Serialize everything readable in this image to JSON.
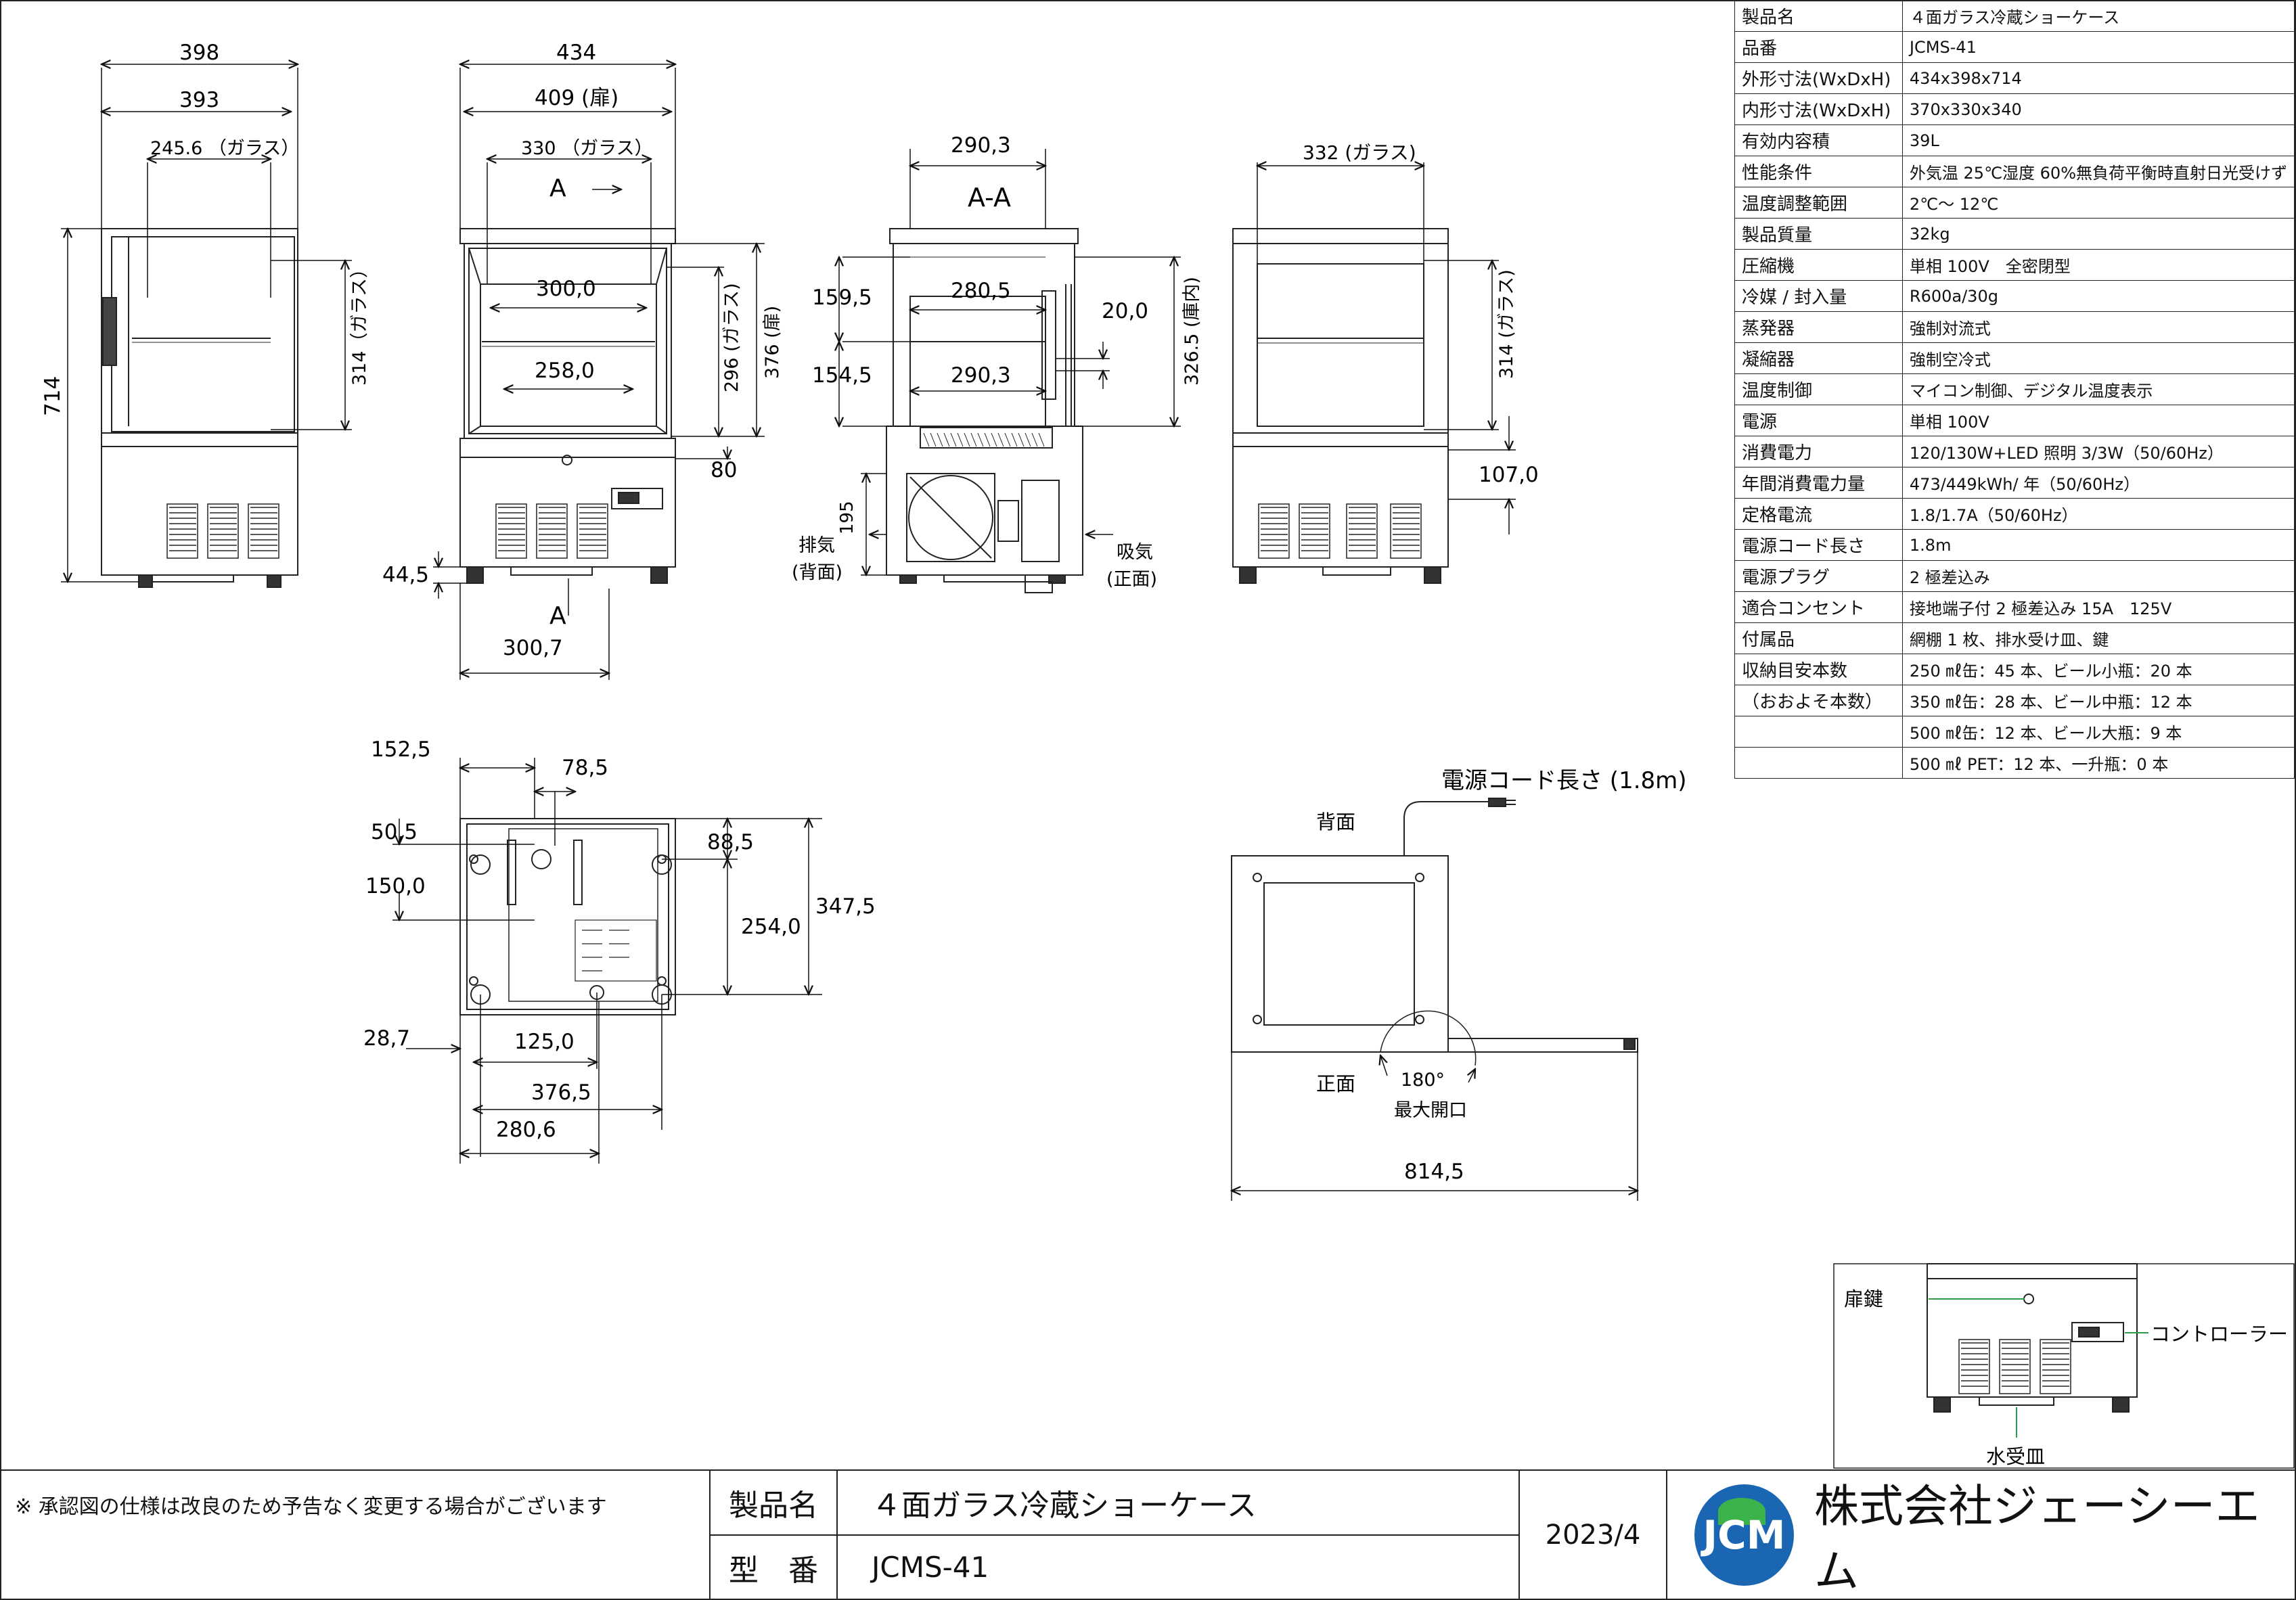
{
  "specs": [
    {
      "label": "製品名",
      "value": "４面ガラス冷蔵ショーケース"
    },
    {
      "label": "品番",
      "value": "JCMS-41"
    },
    {
      "label": "外形寸法(WxDxH)",
      "value": "434x398x714"
    },
    {
      "label": "内形寸法(WxDxH)",
      "value": "370x330x340"
    },
    {
      "label": "有効内容積",
      "value": "39L"
    },
    {
      "label": "性能条件",
      "value": "外気温 25℃湿度 60%無負荷平衡時直射日光受けず"
    },
    {
      "label": "温度調整範囲",
      "value": "2℃～ 12℃"
    },
    {
      "label": "製品質量",
      "value": "32kg"
    },
    {
      "label": "圧縮機",
      "value": "単相 100V　全密閉型"
    },
    {
      "label": "冷媒 / 封入量",
      "value": "R600a/30g"
    },
    {
      "label": "蒸発器",
      "value": "強制対流式"
    },
    {
      "label": "凝縮器",
      "value": "強制空冷式"
    },
    {
      "label": "温度制御",
      "value": "マイコン制御、デジタル温度表示"
    },
    {
      "label": "電源",
      "value": "単相 100V"
    },
    {
      "label": "消費電力",
      "value": "120/130W+LED 照明 3/3W（50/60Hz）"
    },
    {
      "label": "年間消費電力量",
      "value": "473/449kWh/ 年（50/60Hz）"
    },
    {
      "label": "定格電流",
      "value": "1.8/1.7A（50/60Hz）"
    },
    {
      "label": "電源コード長さ",
      "value": "1.8m"
    },
    {
      "label": "電源プラグ",
      "value": "2 極差込み"
    },
    {
      "label": "適合コンセント",
      "value": "接地端子付 2 極差込み 15A　125V"
    },
    {
      "label": "付属品",
      "value": "網棚 1 枚、排水受け皿、鍵"
    },
    {
      "label": "収納目安本数",
      "value": "250 ㎖缶：45 本、ビール小瓶：20 本"
    },
    {
      "label": "（おおよそ本数）",
      "value": "350 ㎖缶：28 本、ビール中瓶：12 本"
    },
    {
      "label": "",
      "value": "500 ㎖缶：12 本、ビール大瓶：9 本"
    },
    {
      "label": "",
      "value": "500 ㎖ PET：12 本、一升瓶：0 本"
    }
  ],
  "side_view": {
    "d398": "398",
    "d393": "393",
    "d245": "245.6 （ガラス）",
    "d314": "314（ガラス）",
    "d714": "714"
  },
  "front_view": {
    "d434": "434",
    "d409": "409 (扉)",
    "d330": "330 （ガラス）",
    "sectionA": "A",
    "d300": "300,0",
    "d258": "258,0",
    "d296": "296 (ガラス)",
    "d376": "376 (扉)",
    "d80": "80",
    "d445": "44,5",
    "d3007": "300,7"
  },
  "section_view": {
    "title": "A-A",
    "d2903": "290,3",
    "d1595": "159,5",
    "d2805": "280,5",
    "d200": "20,0",
    "d1545": "154,5",
    "d2903b": "290,3",
    "d3265": "326.5 (庫内)",
    "d195": "195",
    "exhaust": "排気",
    "exhaust_sub": "(背面)",
    "intake": "吸気",
    "intake_sub": "(正面)"
  },
  "back_view": {
    "d332": "332 (ガラス)",
    "d314": "314 (ガラス)",
    "d107": "107,0"
  },
  "bottom_view": {
    "d1525": "152,5",
    "d785": "78,5",
    "d505": "50,5",
    "d1500": "150,0",
    "d885": "88,5",
    "d2540": "254,0",
    "d3475": "347,5",
    "d287": "28,7",
    "d1250": "125,0",
    "d3765": "376,5",
    "d2806": "280,6"
  },
  "top_view": {
    "cord": "電源コード長さ (1.8m)",
    "back": "背面",
    "front": "正面",
    "angle": "180°",
    "max_open": "最大開口",
    "d8145": "814,5"
  },
  "detail": {
    "key": "扉鍵",
    "controller": "コントローラー",
    "drain": "水受皿"
  },
  "title_block": {
    "note": "※ 承認図の仕様は改良のため予告なく変更する場合がございます",
    "name_label": "製品名",
    "name": "４面ガラス冷蔵ショーケース",
    "model_label": "型　番",
    "model": "JCMS-41",
    "date": "2023/4",
    "company": "株式会社ジェーシーエム",
    "logo": "JCM"
  }
}
